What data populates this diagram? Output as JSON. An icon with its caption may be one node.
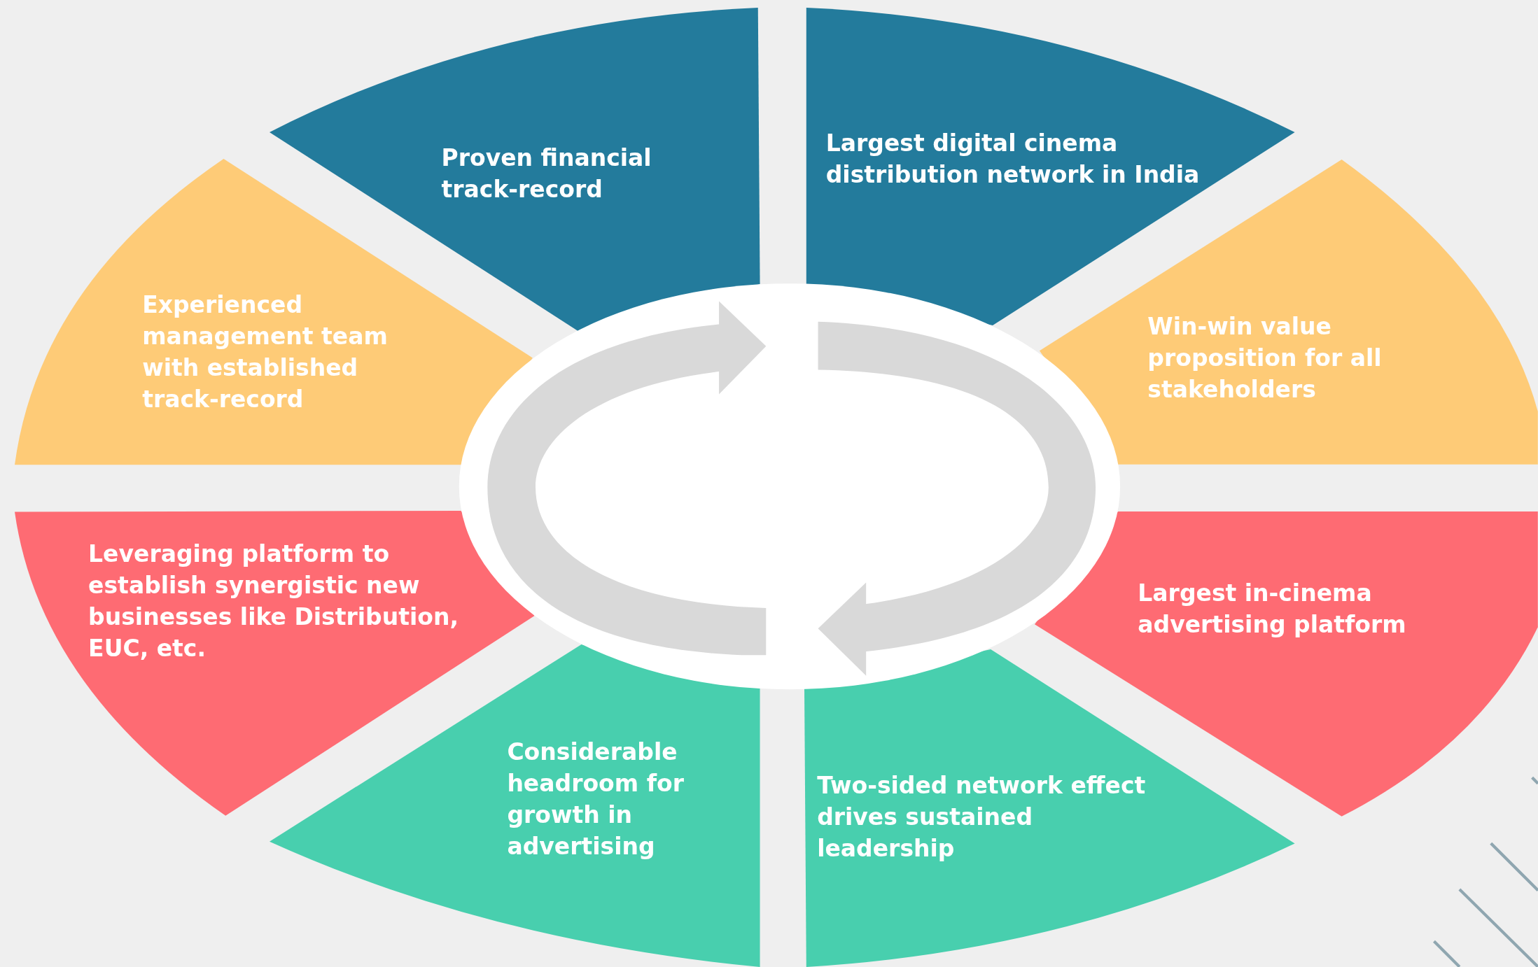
{
  "diagram": {
    "nodes": [
      {
        "text": [
          "Proven financial track-record"
        ]
      },
      {
        "text": [
          "Largest digital cinema distribution network in India"
        ]
      },
      {
        "text": [
          "Experienced management team with established track-record"
        ]
      },
      {
        "text": [
          "Win-win value proposition for all stakeholders"
        ]
      },
      {
        "text": [
          "Leveraging platform to establish synergistic new businesses like Distribution, EUC, etc."
        ]
      },
      {
        "text": [
          "Largest in-cinema advertising platform"
        ]
      },
      {
        "text": [
          "Considerable headroom for growth in advertising"
        ]
      },
      {
        "text": [
          "Two-sided network effect drives sustained leadership"
        ]
      }
    ]
  }
}
